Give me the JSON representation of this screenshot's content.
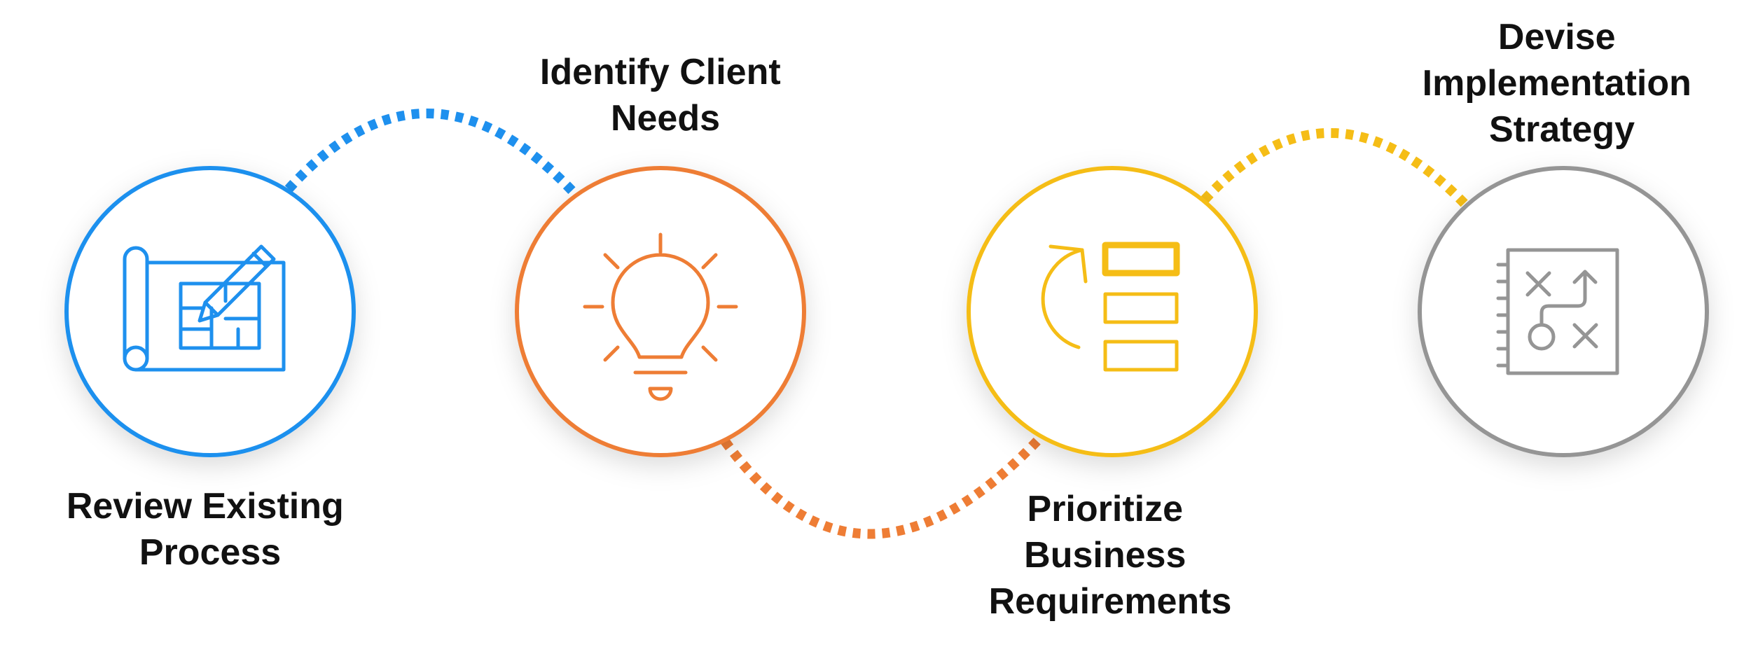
{
  "steps": [
    {
      "id": "review",
      "lines": [
        "Review Existing",
        "Process"
      ],
      "color": "#1e90ee",
      "icon": "blueprint-pencil-icon"
    },
    {
      "id": "identify",
      "lines": [
        "Identify Client",
        "Needs"
      ],
      "color": "#ee7d35",
      "icon": "lightbulb-icon"
    },
    {
      "id": "prioritize",
      "lines": [
        "Prioritize",
        "Business",
        "Requirements"
      ],
      "color": "#f5bd16",
      "icon": "priority-list-icon"
    },
    {
      "id": "devise",
      "lines": [
        "Devise",
        "Implementation",
        "Strategy"
      ],
      "color": "#959595",
      "icon": "strategy-notebook-icon"
    }
  ]
}
